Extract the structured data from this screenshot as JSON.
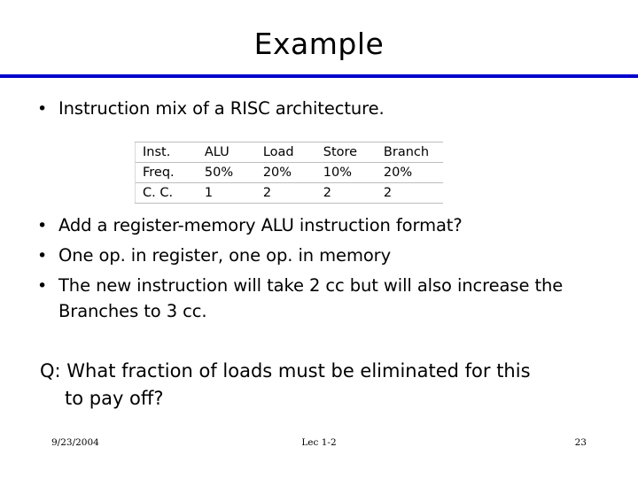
{
  "slide": {
    "title": "Example",
    "accent_rule_color": "#0000CC",
    "background_color": "#FFFFFF",
    "text_color": "#000000"
  },
  "bullets": [
    {
      "marker": "•",
      "text": "Instruction mix of a RISC architecture."
    },
    {
      "marker": "•",
      "text": "Add a register-memory ALU instruction format?"
    },
    {
      "marker": "•",
      "text": "One op. in register, one op. in memory"
    },
    {
      "marker": "•",
      "text": "The new instruction will take 2 cc but will also increase the Branches to 3 cc."
    }
  ],
  "question": {
    "line1": "Q: What fraction of loads must be eliminated for this",
    "line2": "to pay off?"
  },
  "table": {
    "border_color": "#BDBDBD",
    "headers": [
      "Inst.",
      "ALU",
      "Load",
      "Store",
      "Branch"
    ],
    "rows": [
      {
        "label": "Freq.",
        "values": [
          "50%",
          "20%",
          "10%",
          "20%"
        ]
      },
      {
        "label": "C. C.",
        "values": [
          "1",
          "2",
          "2",
          "2"
        ]
      }
    ]
  },
  "footer": {
    "date": "9/23/2004",
    "center": "Lec 1-2",
    "page": "23"
  }
}
